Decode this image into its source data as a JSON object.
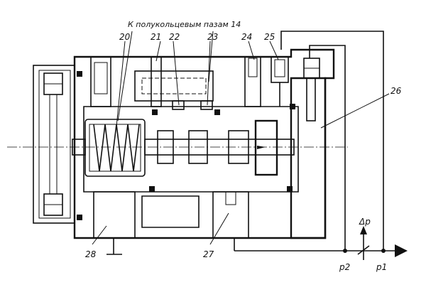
{
  "caption": "К полукольцевым пазам 14",
  "labels": {
    "l20": "20",
    "l21": "21",
    "l22": "22",
    "l23": "23",
    "l24": "24",
    "l25": "25",
    "l26": "26",
    "l27": "27",
    "l28": "28",
    "dp": "Δp",
    "p1": "p1",
    "p2": "p2"
  }
}
